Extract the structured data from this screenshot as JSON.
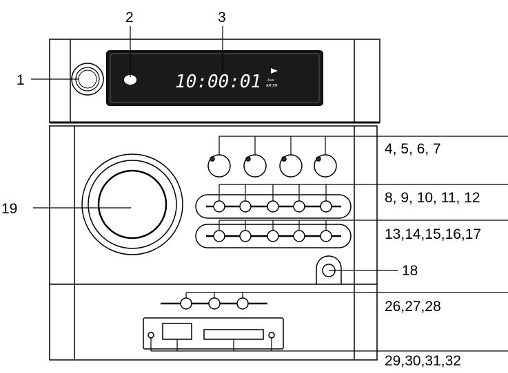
{
  "display": {
    "time": "10:00:01",
    "indicator_top": "Aux",
    "indicator_bottom": "AM FM"
  },
  "callouts": {
    "c1": "1",
    "c2": "2",
    "c3": "3",
    "c4_7": "4, 5, 6, 7",
    "c8_12": "8, 9, 10, 11, 12",
    "c13_17": "13,14,15,16,17",
    "c18": "18",
    "c19": "19",
    "c26_28": "26,27,28",
    "c29_32": "29,30,31,32"
  }
}
